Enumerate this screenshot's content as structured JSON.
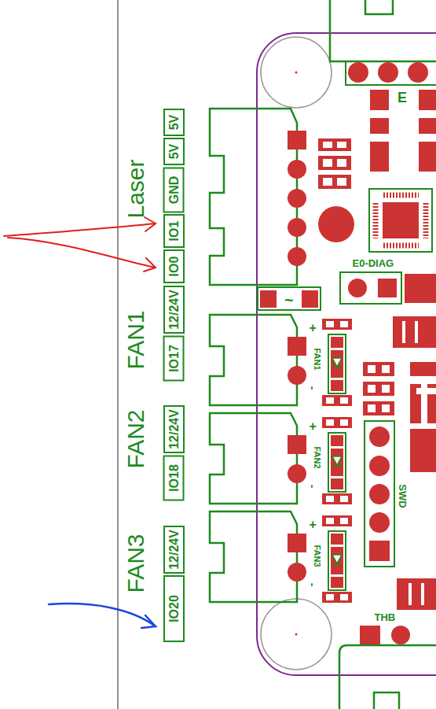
{
  "diagram": {
    "nodes": [
      {
        "text": [
          "5V"
        ]
      },
      {
        "text": [
          "5V"
        ]
      },
      {
        "text": [
          "GND"
        ]
      },
      {
        "text": [
          "IO1"
        ]
      },
      {
        "text": [
          "IO0"
        ]
      },
      {
        "text": [
          "12/24V"
        ]
      },
      {
        "text": [
          "IO17"
        ]
      },
      {
        "text": [
          "12/24V"
        ]
      },
      {
        "text": [
          "IO18"
        ]
      },
      {
        "text": [
          "12/24V"
        ]
      },
      {
        "text": [
          "IO20"
        ]
      }
    ],
    "labels": [
      "Laser",
      "FAN1",
      "FAN2",
      "FAN3",
      "E",
      "E0-DIAG",
      "~",
      "+",
      "FAN1",
      "-",
      "+",
      "FAN2",
      "-",
      "+",
      "FAN3",
      "-",
      "SWD",
      "THB"
    ]
  }
}
